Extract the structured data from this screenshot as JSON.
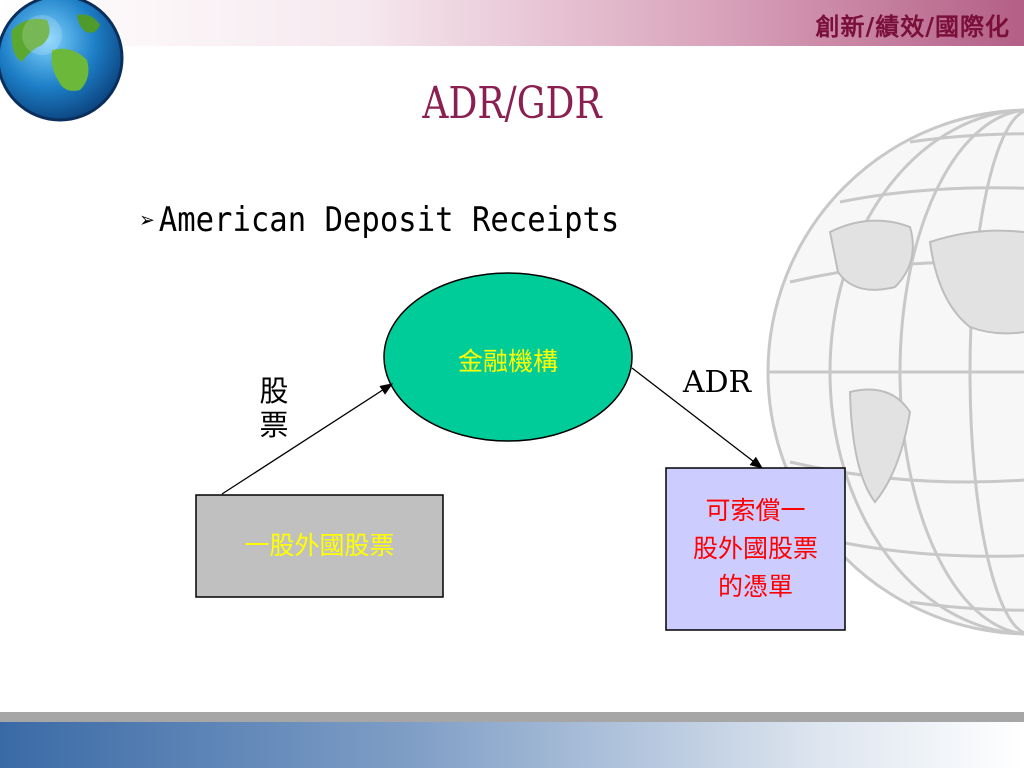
{
  "header": {
    "slogan": "創新/績效/國際化"
  },
  "slide": {
    "title": "ADR/GDR",
    "bullet": "American Deposit Receipts"
  },
  "diagram": {
    "institution": "金融機構",
    "stock_label_top": "股",
    "stock_label_bottom": "票",
    "adr_label": "ADR",
    "foreign_stock": "一股外國股票",
    "receipt_line1": "可索償一",
    "receipt_line2": "股外國股票",
    "receipt_line3": "的憑單"
  },
  "colors": {
    "title": "#8a1f52",
    "ellipse_fill": "#00cc99",
    "yellow_text": "#ffff00",
    "gray_box": "#c0c0c0",
    "receipt_box": "#ccccff",
    "receipt_text": "#ff0000"
  },
  "icons": [
    "globe-icon",
    "wireframe-globe-icon",
    "bullet-arrow-icon"
  ]
}
